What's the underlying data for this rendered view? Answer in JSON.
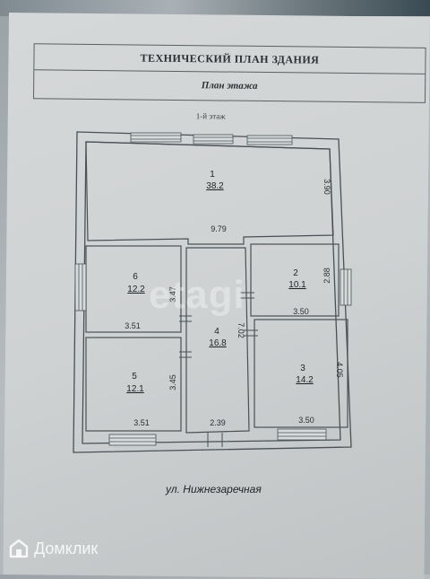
{
  "header": {
    "title": "ТЕХНИЧЕСКИЙ ПЛАН ЗДАНИЯ",
    "subtitle": "План этажа"
  },
  "floor_label": "1-й этаж",
  "rooms": [
    {
      "number": "1",
      "area": "38.2"
    },
    {
      "number": "2",
      "area": "10.1"
    },
    {
      "number": "3",
      "area": "14.2"
    },
    {
      "number": "4",
      "area": "16.8"
    },
    {
      "number": "5",
      "area": "12.1"
    },
    {
      "number": "6",
      "area": "12.2"
    }
  ],
  "dimensions": {
    "room1_width": "9.79",
    "room1_height": "3.90",
    "room2_height": "2.88",
    "room2_width": "3.50",
    "room3_height": "4.05",
    "room3_width": "3.50",
    "room4_width": "2.39",
    "room4_height": "7.02",
    "room5_height": "3.45",
    "room5_width": "3.51",
    "room6_height": "3.47",
    "room6_width": "3.51"
  },
  "street": "ул. Нижнезаречная",
  "watermark": "etagi",
  "brand": {
    "name": "Домклик",
    "icon": "house-logo-icon"
  }
}
